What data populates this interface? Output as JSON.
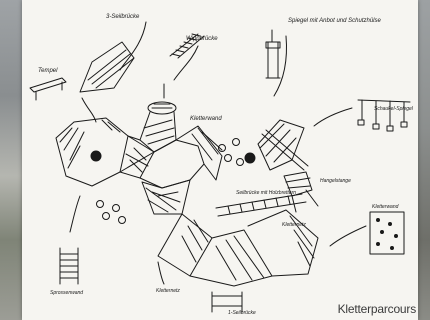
{
  "sketch": {
    "caption": "Kletterparcours",
    "labels": {
      "top_left_element": "3-Seilbrücke",
      "stairs": "Wippbrücke",
      "pole": "Spiegel mit Anbot und Schutzhülse",
      "swings": "Schaukel-Spiegel",
      "left_platform": "Tempel",
      "top_center": "Kletterwand",
      "left_bottom": "Sprossenwand",
      "bottom_center": "Kletternetz",
      "bottom_bridge": "1-Seilbrücke",
      "right_net": "Kletternetz",
      "right_wall": "Kletterwand",
      "middle_bridge": "Seilbrücke mit Holzbrettern",
      "right_horizontal": "Hangelstange"
    },
    "colors": {
      "ink": "#1a1a1a",
      "paper": "#f6f5f1"
    }
  }
}
